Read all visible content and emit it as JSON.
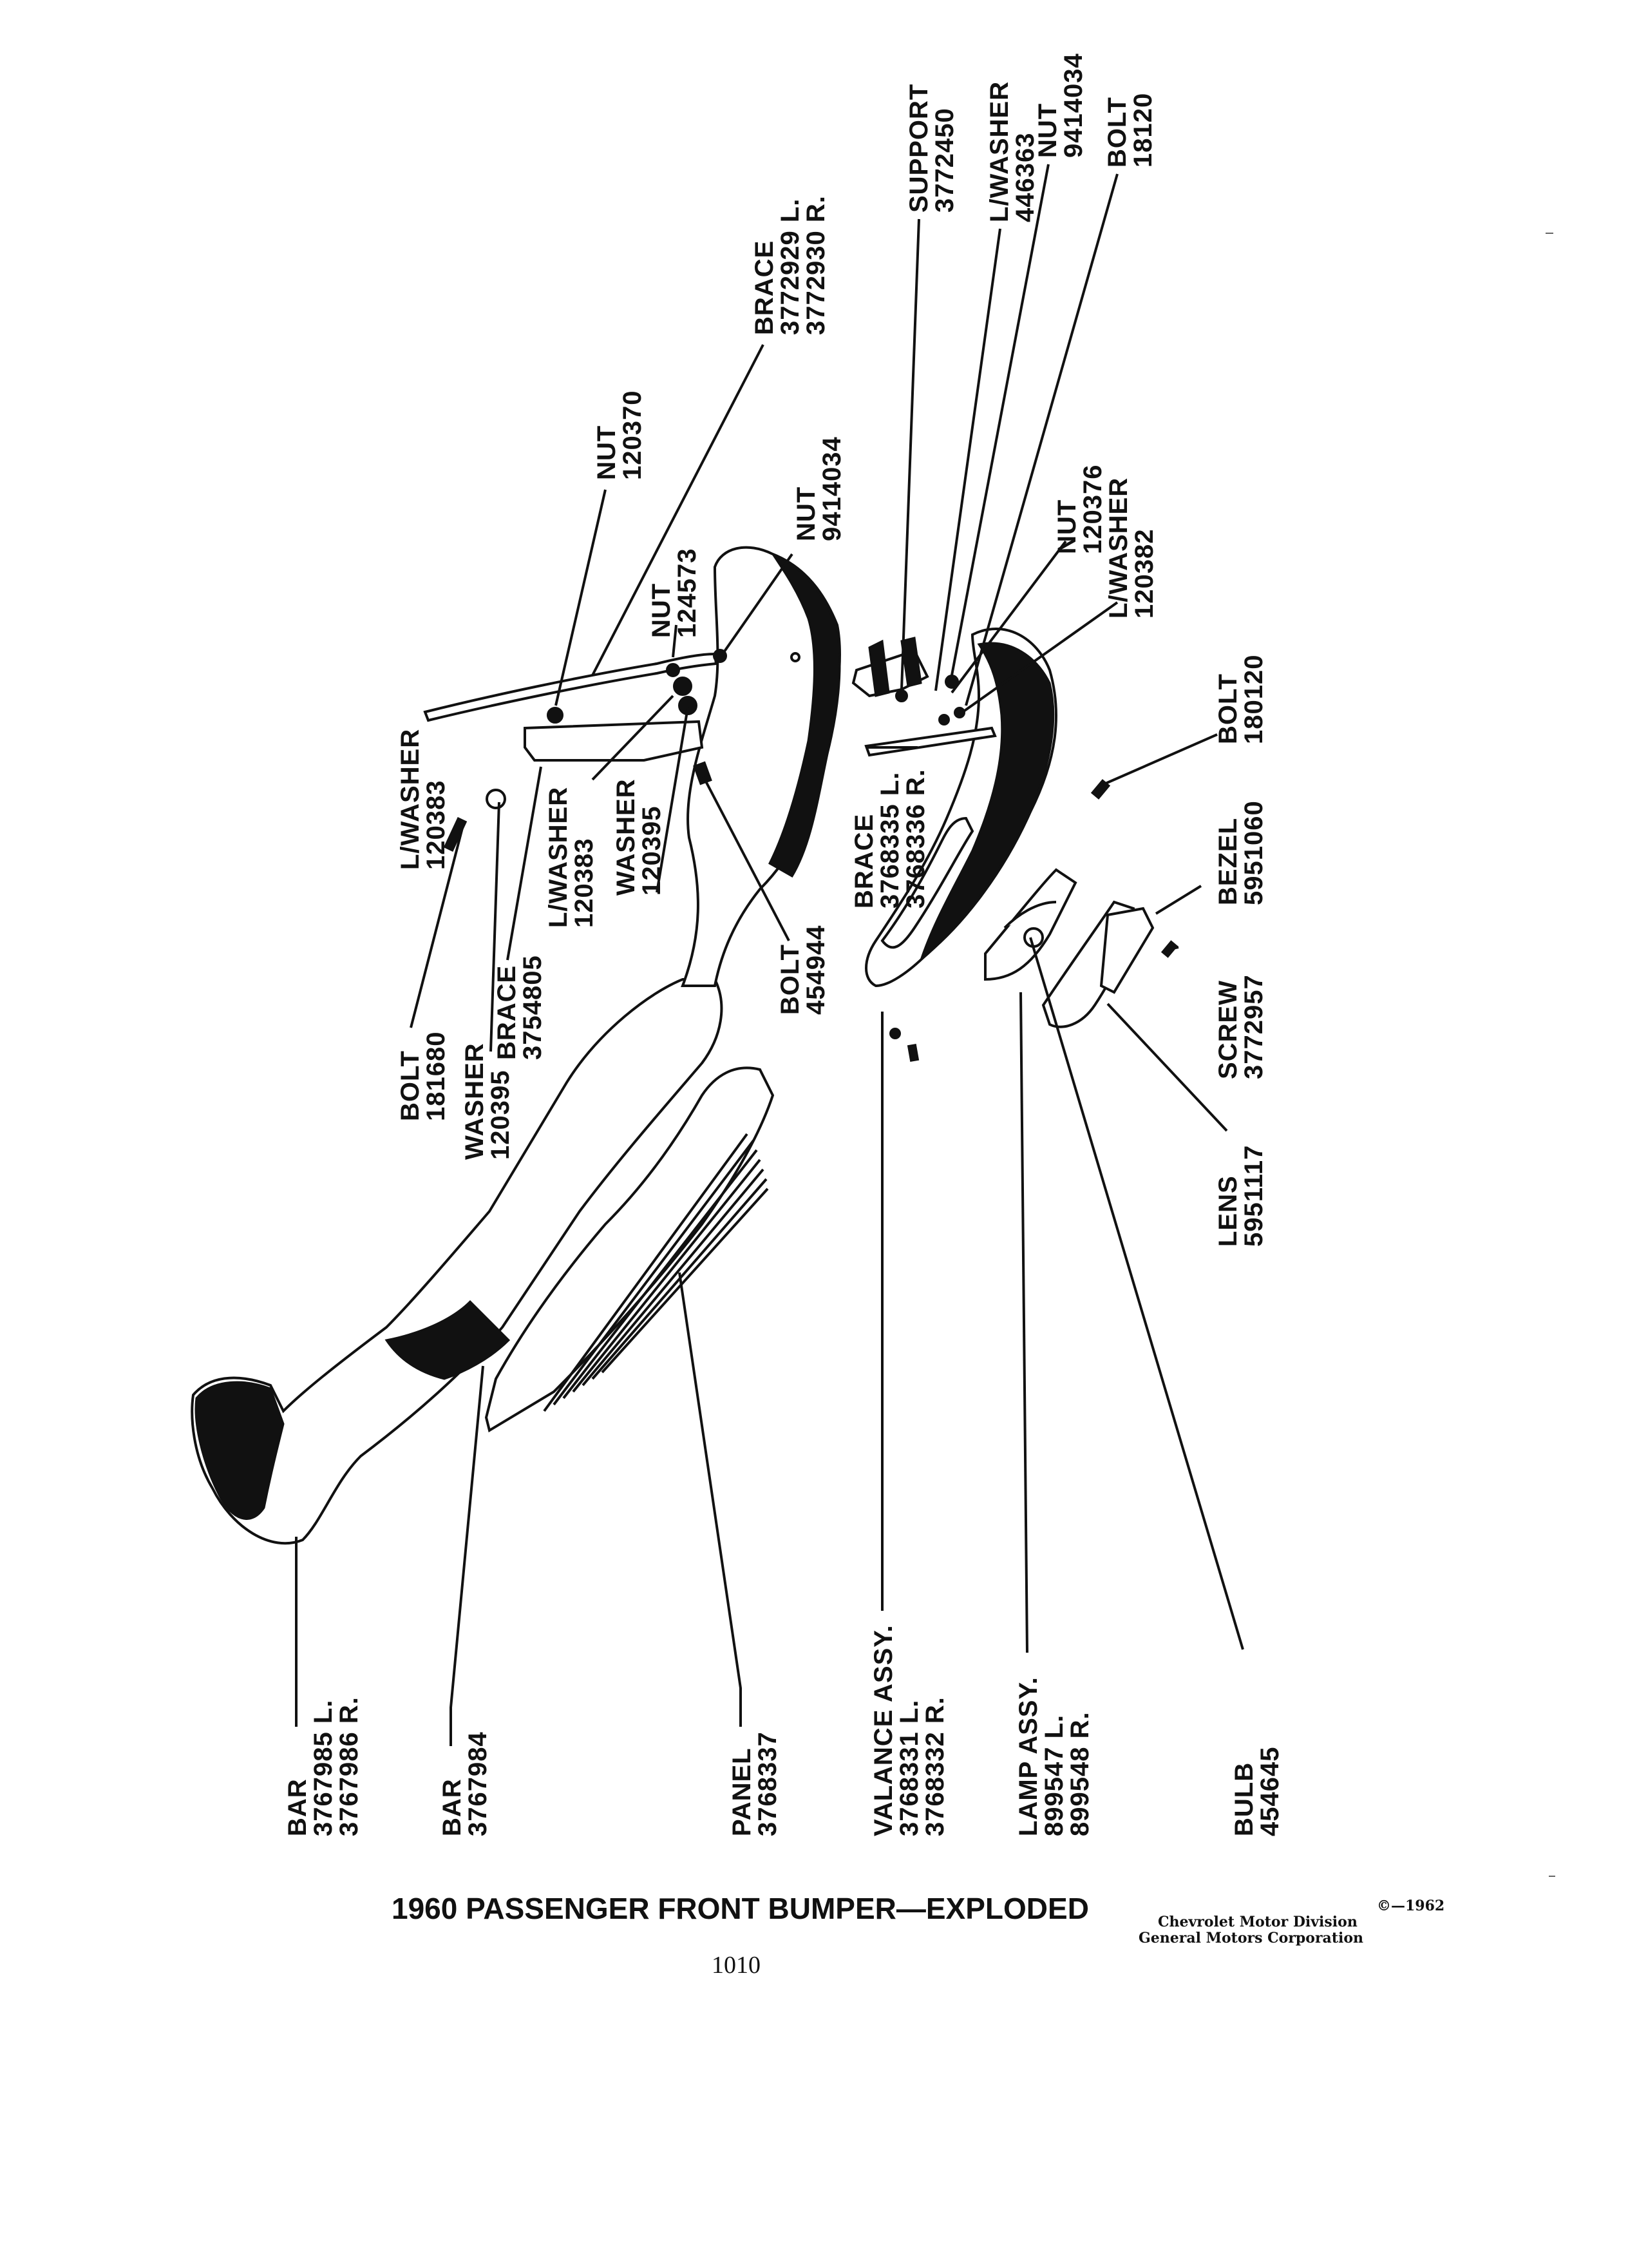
{
  "title": "1960 PASSENGER FRONT BUMPER—EXPLODED",
  "page_number": "1010",
  "credit": {
    "line1": "©—1962",
    "line2": "Chevrolet Motor Division",
    "line3": "General Motors Corporation"
  },
  "callouts": {
    "bar_end": {
      "name": "BAR",
      "l1": "3767985 L.",
      "l2": "3767986 R."
    },
    "bar_center": {
      "name": "BAR",
      "l1": "3767984"
    },
    "panel": {
      "name": "PANEL",
      "l1": "3768337"
    },
    "valance": {
      "name": "VALANCE ASSY.",
      "l1": "3768331 L.",
      "l2": "3768332 R."
    },
    "lamp": {
      "name": "LAMP ASSY.",
      "l1": "899547 L.",
      "l2": "899548 R."
    },
    "bulb": {
      "name": "BULB",
      "l1": "454645"
    },
    "lens": {
      "name": "LENS",
      "l1": "5951117"
    },
    "screw": {
      "name": "SCREW",
      "l1": "3772957"
    },
    "bezel": {
      "name": "BEZEL",
      "l1": "5951060"
    },
    "bolt_180120": {
      "name": "BOLT",
      "l1": "180120"
    },
    "lwasher_120382": {
      "name": "L/WASHER",
      "l1": "120382"
    },
    "nut_120376": {
      "name": "NUT",
      "l1": "120376"
    },
    "brace_3768335": {
      "name": "BRACE",
      "l1": "3768335 L.",
      "l2": "3768336 R."
    },
    "bolt_181680": {
      "name": "BOLT",
      "l1": "181680"
    },
    "washer_120395_left": {
      "name": "WASHER",
      "l1": "120395"
    },
    "brace_3754805": {
      "name": "BRACE",
      "l1": "3754805"
    },
    "lwasher_120383_left": {
      "name": "L/WASHER",
      "l1": "120383"
    },
    "lwasher_120383_mid": {
      "name": "L/WASHER",
      "l1": "120383"
    },
    "washer_120395_mid": {
      "name": "WASHER",
      "l1": "120395"
    },
    "bolt_454944": {
      "name": "BOLT",
      "l1": "454944"
    },
    "nut_124573": {
      "name": "NUT",
      "l1": "124573"
    },
    "nut_120370": {
      "name": "NUT",
      "l1": "120370"
    },
    "nut_9414034_center": {
      "name": "NUT",
      "l1": "9414034"
    },
    "brace_3772929": {
      "name": "BRACE",
      "l1": "3772929 L.",
      "l2": "3772930 R."
    },
    "support": {
      "name": "SUPPORT",
      "l1": "3772450"
    },
    "lwasher_446363": {
      "name": "L/WASHER",
      "l1": "446363"
    },
    "nut_9414034_top": {
      "name": "NUT",
      "l1": "9414034"
    },
    "bolt_18120": {
      "name": "BOLT",
      "l1": "18120"
    }
  }
}
